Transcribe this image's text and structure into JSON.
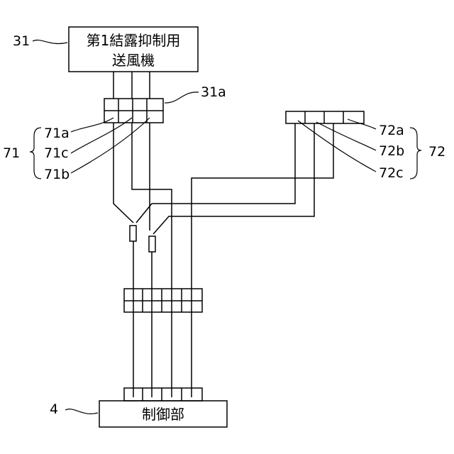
{
  "fan_unit": {
    "ref": "31",
    "line1": "第1結露抑制用",
    "line2": "送風機"
  },
  "connector_31a": {
    "ref": "31a"
  },
  "group_71": {
    "ref": "71",
    "items": [
      "71a",
      "71c",
      "71b"
    ]
  },
  "group_72": {
    "ref": "72",
    "items": [
      "72a",
      "72b",
      "72c"
    ]
  },
  "control": {
    "ref": "4",
    "label": "制御部"
  }
}
